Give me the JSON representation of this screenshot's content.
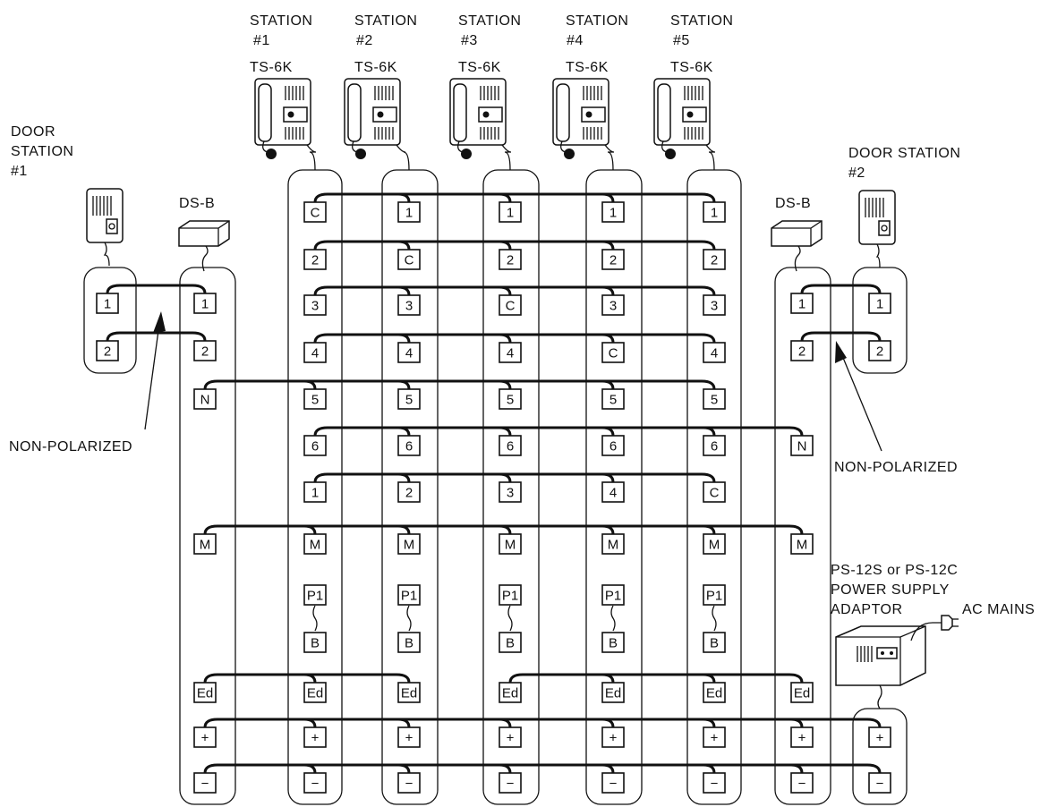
{
  "labels": {
    "station_1": [
      "STATION",
      "#1"
    ],
    "station_2": [
      "STATION",
      "#2"
    ],
    "station_3": [
      "STATION",
      "#3"
    ],
    "station_4": [
      "STATION",
      "#4"
    ],
    "station_5": [
      "STATION",
      "#5"
    ],
    "model": "TS-6K",
    "door_station_1": [
      "DOOR",
      "STATION",
      "#1"
    ],
    "door_station_2": [
      "DOOR STATION",
      "#2"
    ],
    "ds_b": "DS-B",
    "non_polarized": "NON-POLARIZED",
    "power_supply": [
      "PS-12S or PS-12C",
      "POWER SUPPLY",
      "ADAPTOR"
    ],
    "ac_mains": "AC MAINS"
  },
  "columns": {
    "door1": [
      "1",
      "2"
    ],
    "dsb_left": [
      "1",
      "2",
      "N",
      "M",
      "Ed",
      "+",
      "−"
    ],
    "station_1": [
      "C",
      "2",
      "3",
      "4",
      "5",
      "6",
      "1",
      "M",
      "P1",
      "B",
      "Ed",
      "+",
      "−"
    ],
    "station_2": [
      "1",
      "C",
      "3",
      "4",
      "5",
      "6",
      "2",
      "M",
      "P1",
      "B",
      "Ed",
      "+",
      "−"
    ],
    "station_3": [
      "1",
      "2",
      "C",
      "4",
      "5",
      "6",
      "3",
      "M",
      "P1",
      "B",
      "Ed",
      "+",
      "−"
    ],
    "station_4": [
      "1",
      "2",
      "3",
      "C",
      "5",
      "6",
      "4",
      "M",
      "P1",
      "B",
      "Ed",
      "+",
      "−"
    ],
    "station_5": [
      "1",
      "2",
      "3",
      "4",
      "5",
      "6",
      "C",
      "M",
      "P1",
      "B",
      "Ed",
      "+",
      "−"
    ],
    "dsb_right": [
      "1",
      "2",
      "N",
      "M",
      "Ed",
      "+",
      "−"
    ],
    "door2": [
      "1",
      "2"
    ],
    "power": [
      "+",
      "−"
    ]
  }
}
